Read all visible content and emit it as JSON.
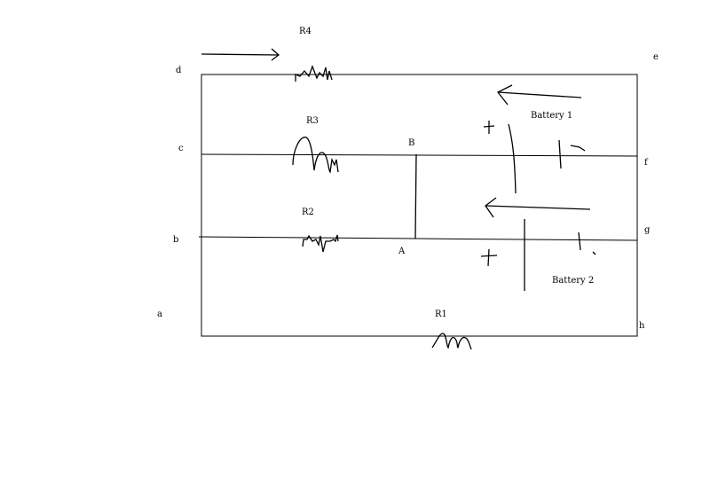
{
  "diagram": {
    "node_labels": {
      "d": "d",
      "e": "e",
      "c": "c",
      "f": "f",
      "b": "b",
      "g": "g",
      "a": "a",
      "h": "h",
      "B": "B",
      "A": "A"
    },
    "resistors": {
      "r4": "R4",
      "r3": "R3",
      "r2": "R2",
      "r1": "R1"
    },
    "batteries": {
      "battery1": "Battery 1",
      "battery2": "Battery 2"
    },
    "polarity": {
      "battery1_plus": "+",
      "battery2_plus": "+"
    }
  },
  "colors": {
    "ink": "#000000",
    "background": "#ffffff"
  }
}
